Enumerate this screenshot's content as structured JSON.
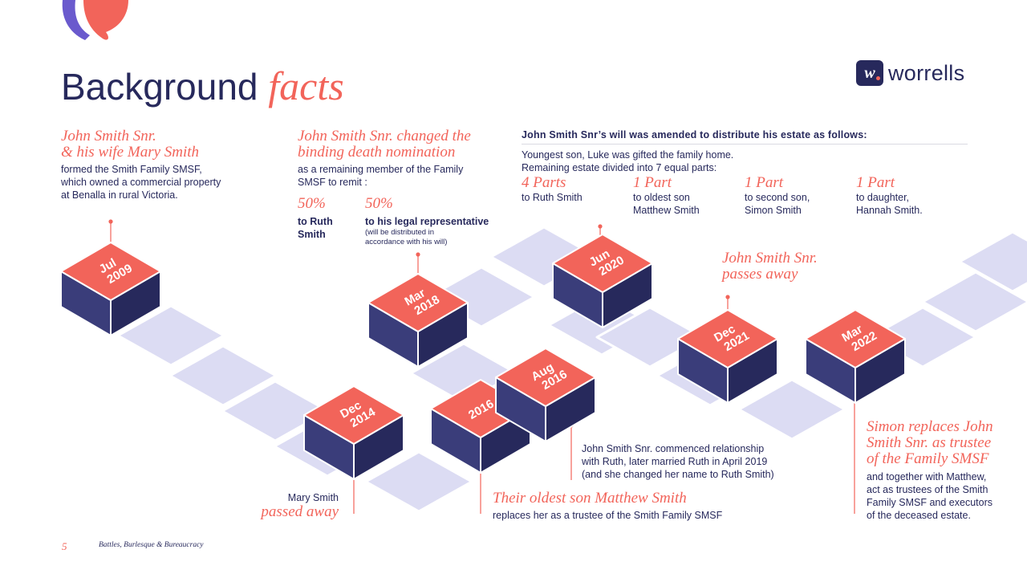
{
  "title": {
    "main": "Background",
    "accent": "facts"
  },
  "brand": {
    "name": "worrells",
    "mark": "w"
  },
  "events": {
    "formed": {
      "heading1": "John Smith Snr.",
      "heading2": "& his wife Mary Smith",
      "lines": [
        "formed the Smith Family SMSF,",
        "which owned a commercial property",
        "at Benalla in rural Victoria."
      ]
    },
    "nomination": {
      "heading1": "John Smith Snr. changed the",
      "heading2": "binding death nomination",
      "lines": [
        "as a remaining member of the Family",
        "SMSF to remit :"
      ],
      "split1_pct": "50%",
      "split1_l1": "to Ruth",
      "split1_l2": "Smith",
      "split2_pct": "50%",
      "split2_l1": "to his legal representative",
      "split2_note1": "(will be distributed in",
      "split2_note2": "accordance with his will)"
    },
    "will": {
      "heading": "John Smith Snr’s will was amended to distribute his estate as follows:",
      "line1": "Youngest son, Luke was gifted the family home.",
      "line2": "Remaining estate divided into 7 equal parts:",
      "parts": [
        {
          "amount": "4 Parts",
          "l1": "to Ruth Smith",
          "l2": ""
        },
        {
          "amount": "1 Part",
          "l1": "to oldest son",
          "l2": "Matthew Smith"
        },
        {
          "amount": "1 Part",
          "l1": "to second son,",
          "l2": "Simon Smith"
        },
        {
          "amount": "1 Part",
          "l1": "to daughter,",
          "l2": "Hannah Smith."
        }
      ]
    },
    "passes": {
      "l1": "John Smith Snr.",
      "l2": "passes away"
    },
    "mary": {
      "l1": "Mary Smith",
      "l2": "passed away"
    },
    "matthew": {
      "heading": "Their oldest son Matthew Smith",
      "line": "replaces her as a trustee of the Smith Family SMSF"
    },
    "ruth": {
      "lines": [
        "John Smith Snr. commenced relationship",
        "with Ruth, later married Ruth in April 2019",
        "(and she changed her name to Ruth Smith)"
      ]
    },
    "simon": {
      "heading1": "Simon replaces John",
      "heading2": "Smith Snr. as trustee",
      "heading3": "of the Family SMSF",
      "lines": [
        "and together with Matthew,",
        "act as trustees of the Smith",
        "Family SMSF and executors",
        "of the deceased estate."
      ]
    }
  },
  "blocks": [
    {
      "id": "jul-2009",
      "l1": "Jul",
      "l2": "2009"
    },
    {
      "id": "dec-2014",
      "l1": "Dec",
      "l2": "2014"
    },
    {
      "id": "2016",
      "l1": "2016",
      "l2": ""
    },
    {
      "id": "aug-2016",
      "l1": "Aug",
      "l2": "2016"
    },
    {
      "id": "mar-2018",
      "l1": "Mar",
      "l2": "2018"
    },
    {
      "id": "jun-2020",
      "l1": "Jun",
      "l2": "2020"
    },
    {
      "id": "dec-2021",
      "l1": "Dec",
      "l2": "2021"
    },
    {
      "id": "mar-2022",
      "l1": "Mar",
      "l2": "2022"
    }
  ],
  "footer": {
    "page": "5",
    "title": "Battles, Burlesque & Bureaucracy"
  },
  "colors": {
    "navy": "#27295c",
    "coral": "#f2645a",
    "tile": "#dcdcf3",
    "purple": "#6a5acd"
  }
}
